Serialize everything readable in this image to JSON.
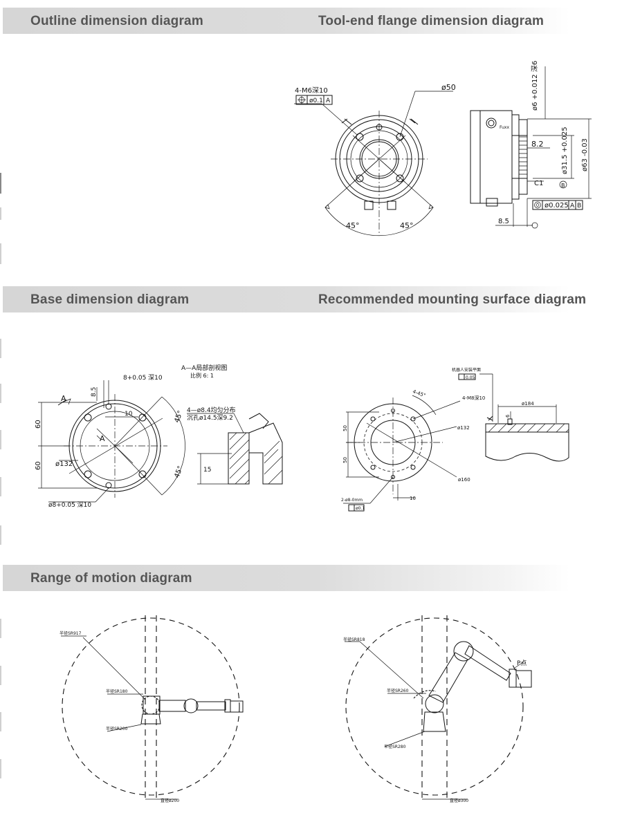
{
  "sections": {
    "outline": {
      "title": "Outline dimension diagram"
    },
    "flange": {
      "title": "Tool-end flange dimension diagram",
      "labels": {
        "holes": "4-M6深10",
        "holes_tol": "ø0.1",
        "holes_datum": "A",
        "dia50": "ø50",
        "angle_l": "45°",
        "angle_r": "45°",
        "pin": "ø6 +0.012 深6",
        "dim82": "8.2",
        "dim315": "ø31.5 +0.025",
        "dim63": "ø63 -0.03",
        "c1": "C1",
        "datum_b": "B",
        "runout_tol": "ø0.025",
        "runout_a": "A",
        "runout_b": "B",
        "dim85": "8.5"
      }
    },
    "base": {
      "title": "Base dimension diagram",
      "labels": {
        "section_title": "A—A局部剖视图",
        "section_scale": "比例 6: 1",
        "top_hole": "8+0.05 深10",
        "dim85": "8.5",
        "dim10": "10",
        "angle1": "45°",
        "angle2": "45°",
        "dim60a": "60",
        "dim60b": "60",
        "dia132": "ø132",
        "bottom_hole": "ø8+0.05 深10",
        "mark_a1": "A",
        "mark_a2": "A",
        "holes": "4—ø8.4均匀分布",
        "counterbore": "沉孔ø14.5深9.2",
        "dim15": "15"
      }
    },
    "mount": {
      "title": "Recommended mounting surface diagram",
      "labels": {
        "flatness_note": "机器人安装平面",
        "flatness_tol": "0.05",
        "angle": "4-45°",
        "thread": "4-M8深10",
        "dia132": "ø132",
        "dia160": "ø160",
        "dim50a": "50",
        "dim50b": "50",
        "pin": "2-ø8-0mm",
        "pos_tol": "ø0.1",
        "dim10": "10",
        "dia184": "ø184",
        "dim6": "6"
      }
    },
    "motion": {
      "title": "Range of motion diagram",
      "left": {
        "sr917": "半径SR917",
        "sr180": "半径SR180",
        "sr200": "半径SR200",
        "dia200": "直径ø200"
      },
      "right": {
        "sr818": "半径SR818",
        "sr260": "半径SR260",
        "sr280": "半径SR280",
        "dia300": "直径ø300",
        "p_point": "P点"
      }
    }
  }
}
